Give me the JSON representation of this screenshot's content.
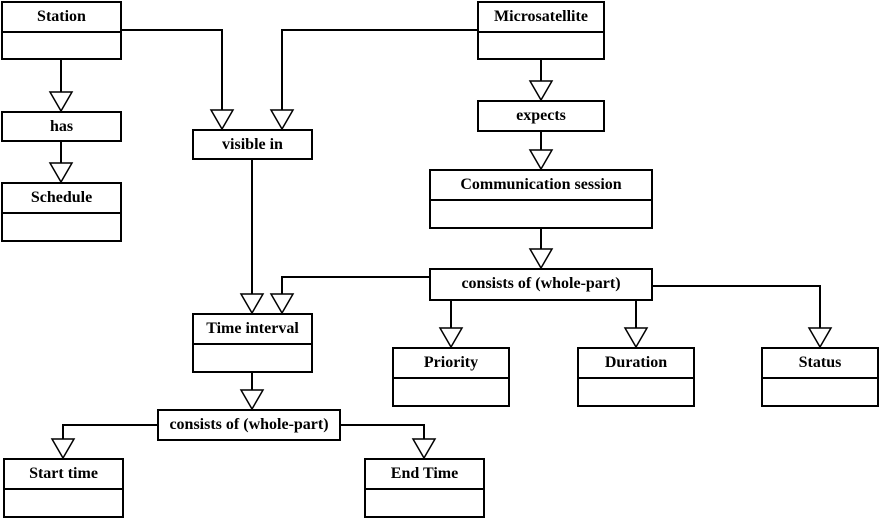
{
  "nodes": {
    "station": "Station",
    "has": "has",
    "schedule": "Schedule",
    "visible_in": "visible in",
    "microsatellite": "Microsatellite",
    "expects": "expects",
    "communication_session": "Communication session",
    "consists_of_session": "consists of (whole-part)",
    "time_interval": "Time interval",
    "consists_of_interval": "consists of (whole-part)",
    "start_time": "Start time",
    "end_time": "End Time",
    "priority": "Priority",
    "duration": "Duration",
    "status": "Status"
  },
  "edges": [
    {
      "from": "station",
      "to": "has"
    },
    {
      "from": "has",
      "to": "schedule"
    },
    {
      "from": "station",
      "to": "visible_in"
    },
    {
      "from": "microsatellite",
      "to": "visible_in"
    },
    {
      "from": "microsatellite",
      "to": "expects"
    },
    {
      "from": "expects",
      "to": "communication_session"
    },
    {
      "from": "communication_session",
      "to": "consists_of_session"
    },
    {
      "from": "visible_in",
      "to": "time_interval"
    },
    {
      "from": "consists_of_session",
      "to": "time_interval"
    },
    {
      "from": "consists_of_session",
      "to": "priority"
    },
    {
      "from": "consists_of_session",
      "to": "duration"
    },
    {
      "from": "consists_of_session",
      "to": "status"
    },
    {
      "from": "time_interval",
      "to": "consists_of_interval"
    },
    {
      "from": "consists_of_interval",
      "to": "start_time"
    },
    {
      "from": "consists_of_interval",
      "to": "end_time"
    }
  ]
}
